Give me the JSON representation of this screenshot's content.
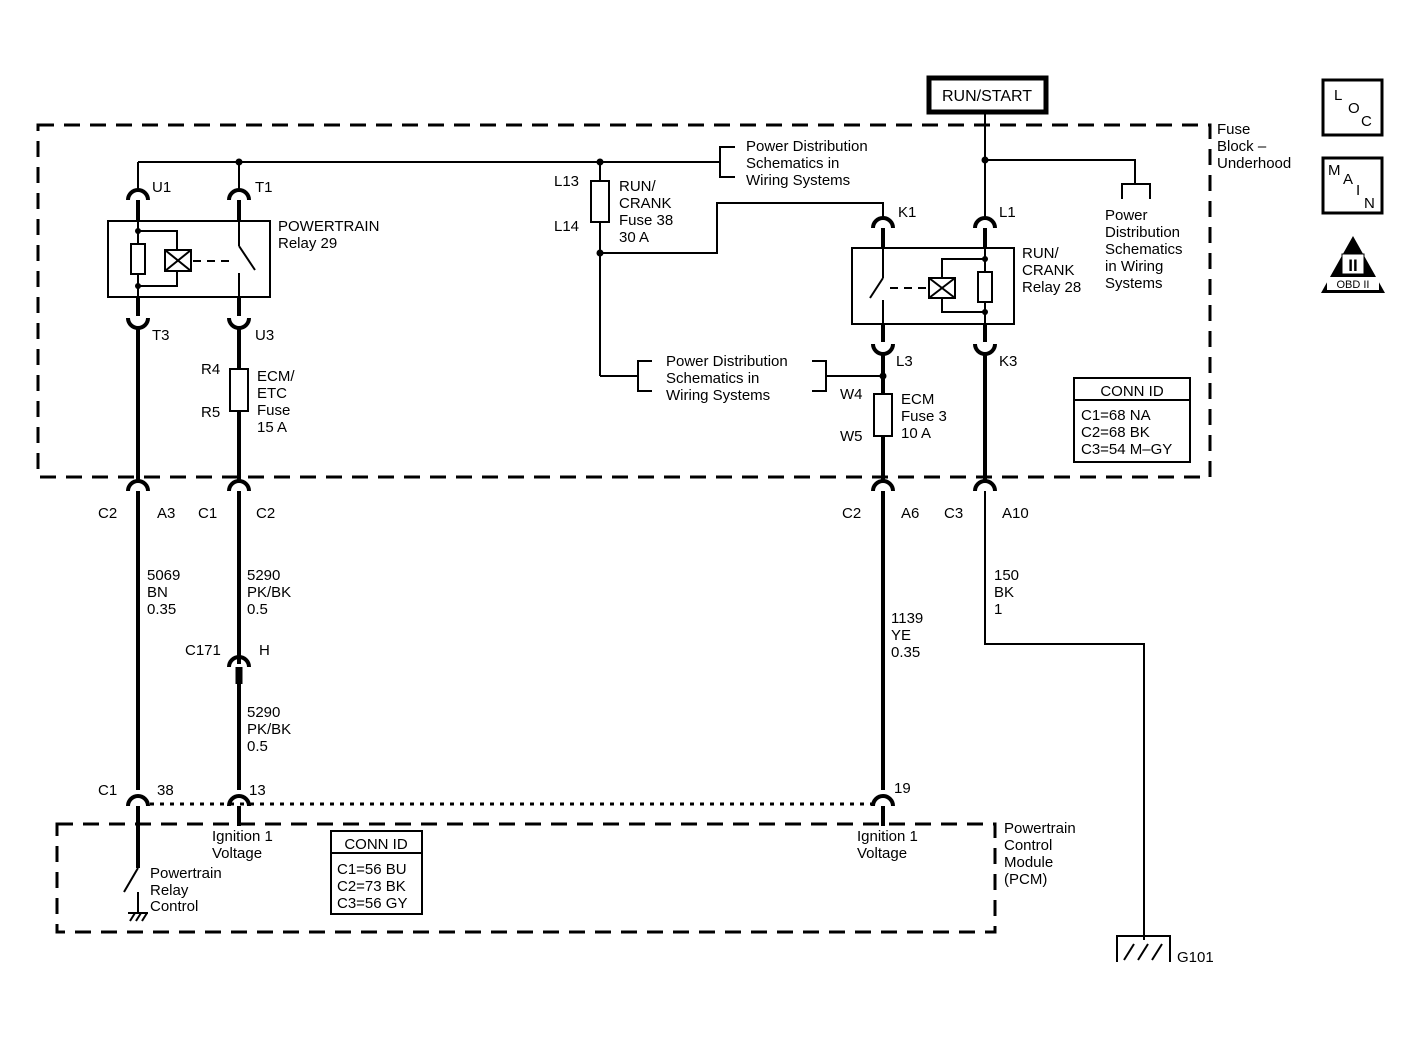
{
  "power": {
    "run_start": "RUN/START"
  },
  "fuse_block": {
    "line1": "Fuse",
    "line2": "Block –",
    "line3": "Underhood"
  },
  "badges": {
    "loc": [
      "L",
      "O",
      "C"
    ],
    "main": [
      "M",
      "A",
      "I",
      "N"
    ],
    "obd_roman": "II",
    "obd_text": "OBD II"
  },
  "pd_schematics": {
    "l1": "Power Distribution",
    "l2": "Schematics in",
    "l3": "Wiring Systems"
  },
  "pd_right": {
    "l1": "Power",
    "l2": "Distribution",
    "l3": "Schematics",
    "l4": "in Wiring",
    "l5": "Systems"
  },
  "relay29": {
    "name": "POWERTRAIN",
    "sub": "Relay 29",
    "t_u1": "U1",
    "t_t1": "T1",
    "t_t3": "T3",
    "t_u3": "U3"
  },
  "relay28": {
    "l1": "RUN/",
    "l2": "CRANK",
    "l3": "Relay 28",
    "t_k1": "K1",
    "t_l1": "L1",
    "t_l3": "L3",
    "t_k3": "K3"
  },
  "fuse38": {
    "l1": "RUN/",
    "l2": "CRANK",
    "l3": "Fuse 38",
    "l4": "30 A",
    "top": "L13",
    "bottom": "L14"
  },
  "fuse_ecm_etc": {
    "l1": "ECM/",
    "l2": "ETC",
    "l3": "Fuse",
    "l4": "15 A",
    "top": "R4",
    "bottom": "R5"
  },
  "fuse_ecm": {
    "l1": "ECM",
    "l2": "Fuse 3",
    "l3": "10 A",
    "top": "W4",
    "bottom": "W5"
  },
  "conn_fuse": {
    "title": "CONN ID",
    "c1": "C1=68 NA",
    "c2": "C2=68 BK",
    "c3": "C3=54 M–GY"
  },
  "conn_pcm": {
    "title": "CONN ID",
    "c1": "C1=56 BU",
    "c2": "C2=73 BK",
    "c3": "C3=56 GY"
  },
  "connectors": {
    "a3_conn": "C2",
    "a3_pin": "A3",
    "c2_conn": "C1",
    "c2_pin": "C2",
    "a6_conn": "C2",
    "a6_pin": "A6",
    "a10_conn": "C3",
    "a10_pin": "A10",
    "c171": "C171",
    "c171_pin": "H",
    "pcm_conn": "C1",
    "pcm_38": "38",
    "pcm_13": "13",
    "pcm_19": "19"
  },
  "wires": {
    "w5069": [
      "5069",
      "BN",
      "0.35"
    ],
    "w5290a": [
      "5290",
      "PK/BK",
      "0.5"
    ],
    "w5290b": [
      "5290",
      "PK/BK",
      "0.5"
    ],
    "w1139": [
      "1139",
      "YE",
      "0.35"
    ],
    "w150": [
      "150",
      "BK",
      "1"
    ]
  },
  "pcm": {
    "ign1_l1": "Ignition 1",
    "ign1_l2": "Voltage",
    "ign2_l1": "Ignition 1",
    "ign2_l2": "Voltage",
    "prc_l1": "Powertrain",
    "prc_l2": "Relay",
    "prc_l3": "Control",
    "name_l1": "Powertrain",
    "name_l2": "Control",
    "name_l3": "Module",
    "name_l4": "(PCM)"
  },
  "ground": {
    "label": "G101"
  }
}
